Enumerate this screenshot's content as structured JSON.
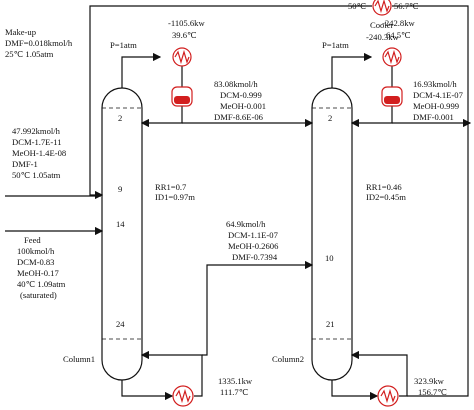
{
  "column1": {
    "name": "Column1",
    "stages": [
      "2",
      "9",
      "14",
      "24"
    ],
    "rr": "RR1=0.7",
    "id": "ID1=0.97m",
    "pressure": "P=1atm"
  },
  "column2": {
    "name": "Column2",
    "stages": [
      "2",
      "10",
      "21"
    ],
    "rr": "RR1=0.46",
    "id": "ID2=0.45m",
    "pressure": "P=1atm"
  },
  "condenser1": {
    "duty": "-1105.6kw",
    "temp": "39.6℃"
  },
  "condenser2": {
    "duty": "-242.8kw",
    "temp": "64.5℃"
  },
  "cooler": {
    "name": "Cooler",
    "duty": "-240.3kw",
    "left_temp": "50℃",
    "right_temp": "56.7℃"
  },
  "distillate1": [
    "83.08kmol/h",
    "DCM-0.999",
    "MeOH-0.001",
    "DMF-8.6E-06"
  ],
  "distillate2": [
    "16.93kmol/h",
    "DCM-4.1E-07",
    "MeOH-0.999",
    "DMF-0.001"
  ],
  "makeup": [
    "Make-up",
    "DMF=0.018kmol/h",
    "25℃ 1.05atm"
  ],
  "recycle": [
    "47.992kmol/h",
    "DCM-1.7E-11",
    "MeOH-1.4E-08",
    "DMF-1",
    "50℃ 1.05atm"
  ],
  "feed": [
    "Feed",
    "100kmol/h",
    "DCM-0.83",
    "MeOH-0.17",
    "40℃ 1.09atm",
    "(saturated)"
  ],
  "interstream": [
    "64.9kmol/h",
    "DCM-1.1E-07",
    "MeOH-0.2606",
    "DMF-0.7394"
  ],
  "reboiler1": {
    "duty": "1335.1kw",
    "temp": "111.7℃"
  },
  "reboiler2": {
    "duty": "323.9kw",
    "temp": "156.7℃"
  },
  "colors": {
    "exchanger": "#d21f1f",
    "line": "#111111"
  }
}
